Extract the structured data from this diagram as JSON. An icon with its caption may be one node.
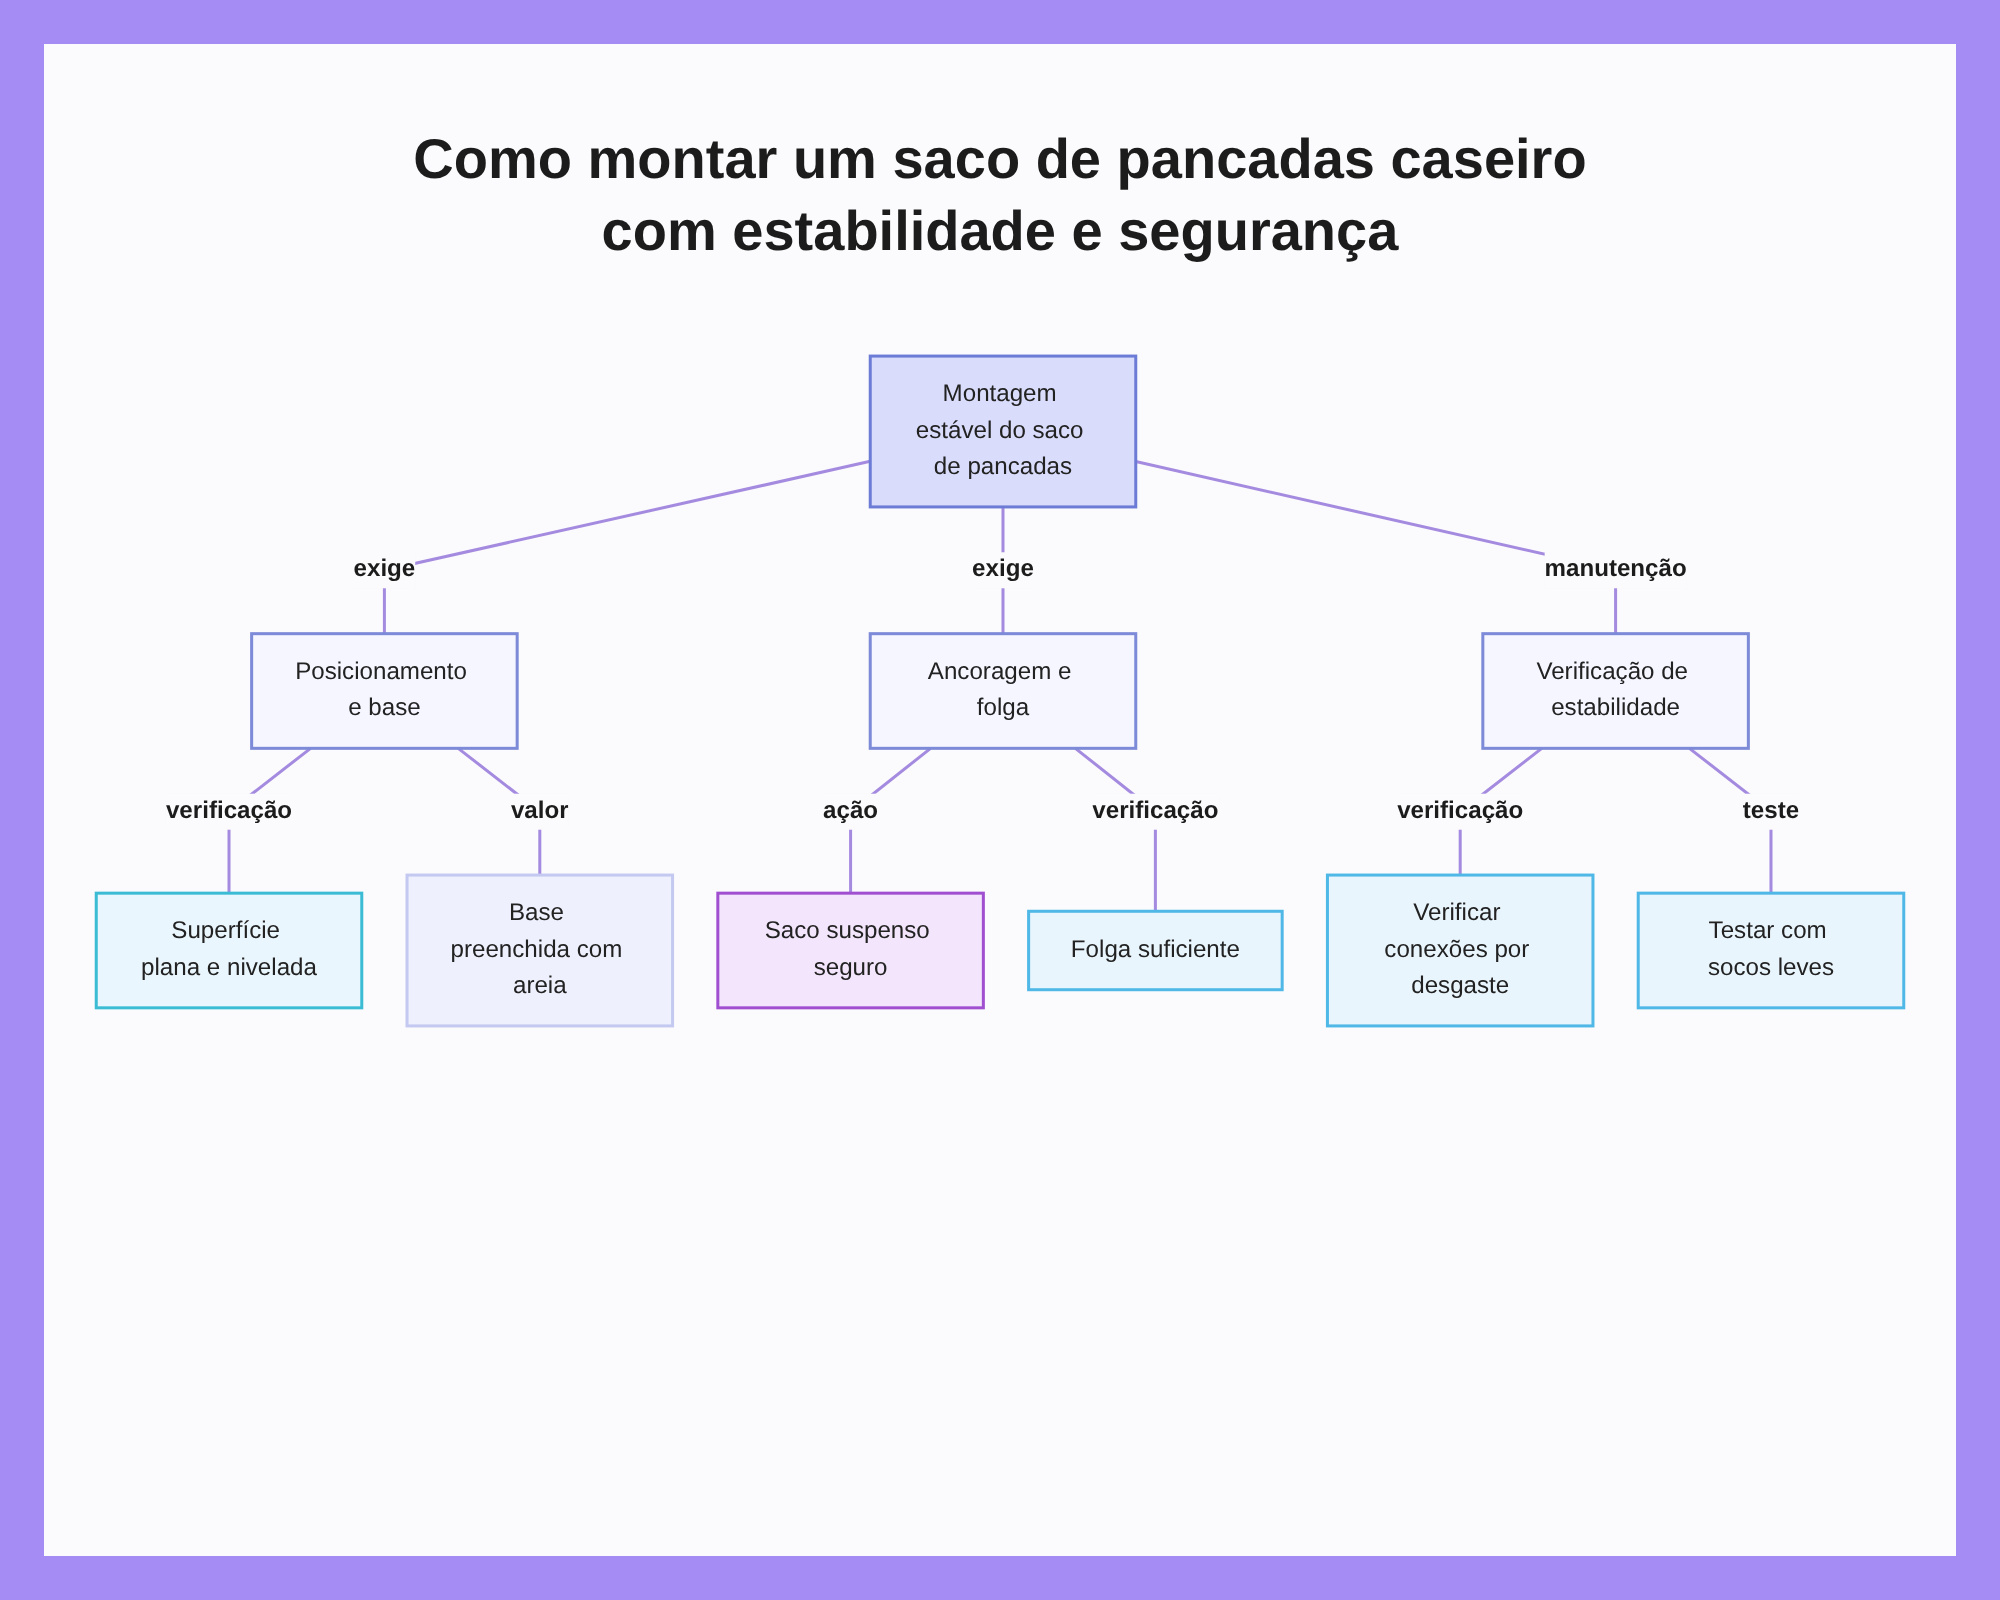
{
  "diagram": {
    "title": "Como montar um saco de pancadas caseiro com estabilidade e segurança",
    "nodes": [
      {
        "text": [
          "Montagem estável do saco de pancadas"
        ]
      },
      {
        "text": [
          "Posicionamento e base"
        ]
      },
      {
        "text": [
          "Ancoragem e folga"
        ]
      },
      {
        "text": [
          "Verificação de estabilidade"
        ]
      },
      {
        "text": [
          "Superfície plana e nivelada"
        ]
      },
      {
        "text": [
          "Base preenchida com areia"
        ]
      },
      {
        "text": [
          "Saco suspenso seguro"
        ]
      },
      {
        "text": [
          "Folga suficiente"
        ]
      },
      {
        "text": [
          "Verificar conexões por desgaste"
        ]
      },
      {
        "text": [
          "Testar com socos leves"
        ]
      }
    ],
    "edges": [
      {
        "from": 0,
        "to": 1,
        "arrow": "none",
        "label": "exige"
      },
      {
        "from": 0,
        "to": 2,
        "arrow": "none",
        "label": "exige"
      },
      {
        "from": 0,
        "to": 3,
        "arrow": "none",
        "label": "manutenção"
      },
      {
        "from": 1,
        "to": 4,
        "arrow": "none",
        "label": "verificação"
      },
      {
        "from": 1,
        "to": 5,
        "arrow": "none",
        "label": "valor"
      },
      {
        "from": 2,
        "to": 6,
        "arrow": "none",
        "label": "ação"
      },
      {
        "from": 2,
        "to": 7,
        "arrow": "none",
        "label": "verificação"
      },
      {
        "from": 3,
        "to": 8,
        "arrow": "none",
        "label": "verificação"
      },
      {
        "from": 3,
        "to": 9,
        "arrow": "none",
        "label": "teste"
      }
    ]
  }
}
